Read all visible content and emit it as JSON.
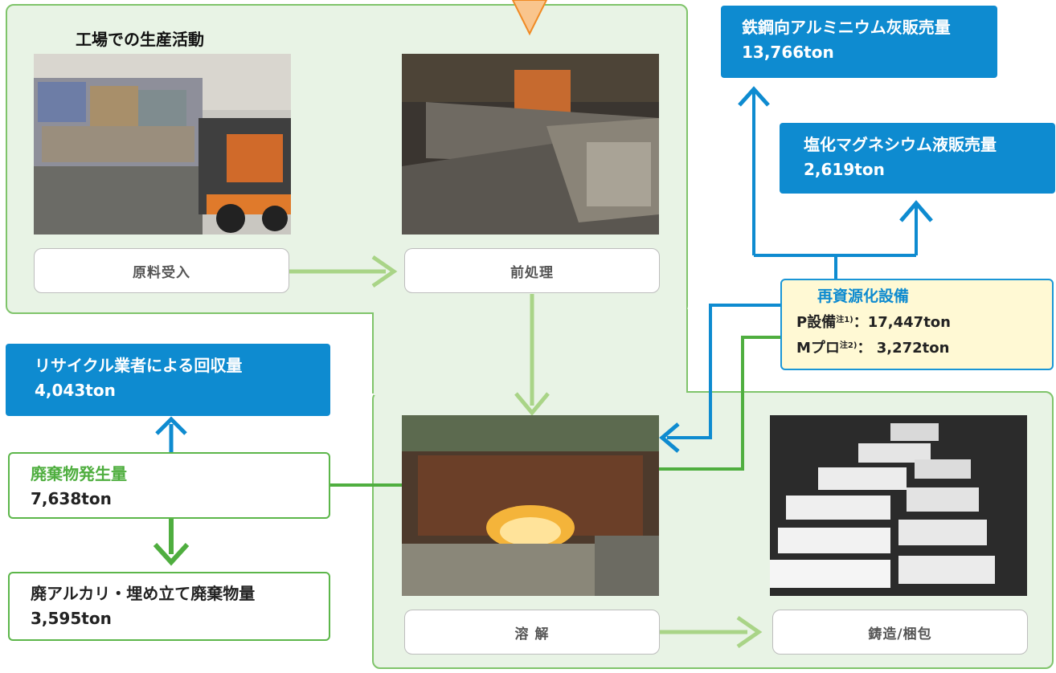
{
  "section_title": "工場での生産活動",
  "steps": {
    "receiving": "原料受入",
    "pretreatment": "前処理",
    "melting": "溶 解",
    "casting": "鋳造/梱包"
  },
  "outputs": {
    "aluminum_ash": {
      "label": "鉄鋼向アルミニウム灰販売量",
      "value": "13,766ton"
    },
    "mgcl": {
      "label": "塩化マグネシウム液販売量",
      "value": "2,619ton"
    },
    "recycler": {
      "label": "リサイクル業者による回収量",
      "value": "4,043ton"
    }
  },
  "recycling": {
    "title": "再資源化設備",
    "p_label": "P設備",
    "p_note": "注1)",
    "p_value": "：17,447ton",
    "m_label": "Mプロ",
    "m_note": "注2)",
    "m_value": "： 3,272ton"
  },
  "waste": {
    "label": "廃棄物発生量",
    "value": "7,638ton"
  },
  "landfill": {
    "label": "廃アルカリ・埋め立て廃棄物量",
    "value": "3,595ton"
  },
  "colors": {
    "blue": "#0e8bd0",
    "green": "#5cb64a",
    "light_green": "#a9d487",
    "orange": "#f5a65b"
  },
  "photos": [
    "forklift-bale-photo",
    "conveyor-scrap-photo",
    "furnace-photo",
    "ingot-stack-photo"
  ]
}
